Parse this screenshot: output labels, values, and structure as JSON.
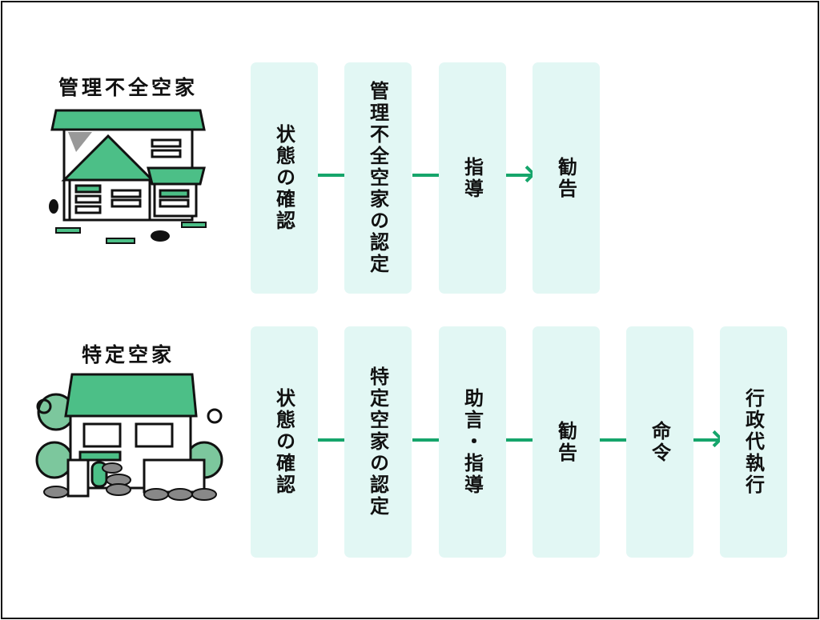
{
  "rows": [
    {
      "title": "管理不全空家",
      "steps": [
        "状態の確認",
        "管理不全空家の認定",
        "指導",
        "勧告"
      ]
    },
    {
      "title": "特定空家",
      "steps": [
        "状態の確認",
        "特定空家の認定",
        "助言・指導",
        "勧告",
        "命令",
        "行政代執行"
      ]
    }
  ],
  "colors": {
    "box": "#e2f7f4",
    "accent": "#16a56b",
    "roof": "#4cbf87"
  }
}
